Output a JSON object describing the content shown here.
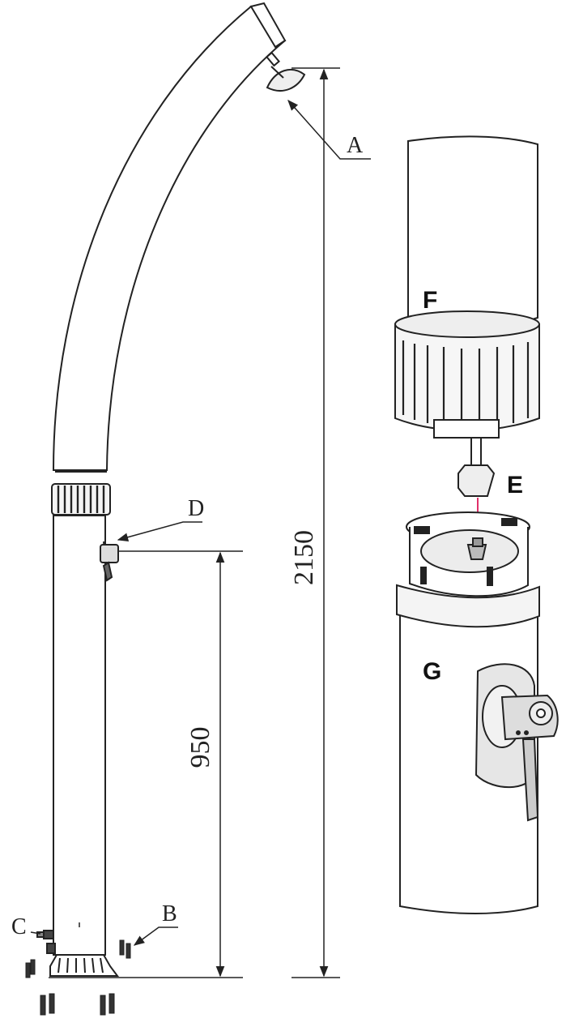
{
  "diagram": {
    "labels": {
      "a": "A",
      "b": "B",
      "c": "C",
      "d": "D",
      "e": "E",
      "f": "F",
      "g": "G"
    },
    "dimensions": {
      "total_height": "2150",
      "tap_height": "950"
    },
    "colors": {
      "line": "#222222",
      "arrow": "#e0306a"
    }
  }
}
